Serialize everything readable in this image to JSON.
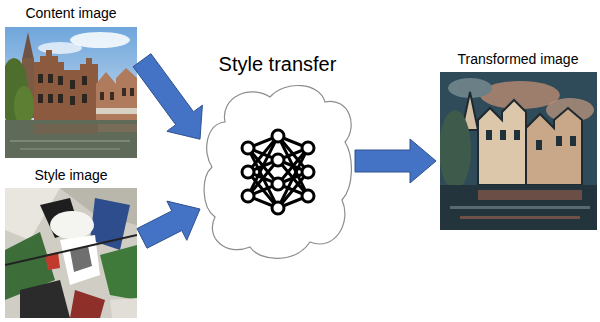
{
  "diagram": {
    "nodes": [
      {
        "text": [
          "Content image"
        ]
      },
      {
        "text": [
          "Style image"
        ]
      },
      {
        "text": [
          "Style transfer"
        ]
      },
      {
        "text": [
          "Transformed image"
        ]
      }
    ],
    "edges": [
      {
        "from": 0,
        "to": 2,
        "arrow": "to"
      },
      {
        "from": 1,
        "to": 2,
        "arrow": "to"
      },
      {
        "from": 2,
        "to": 3,
        "arrow": "to"
      }
    ]
  }
}
